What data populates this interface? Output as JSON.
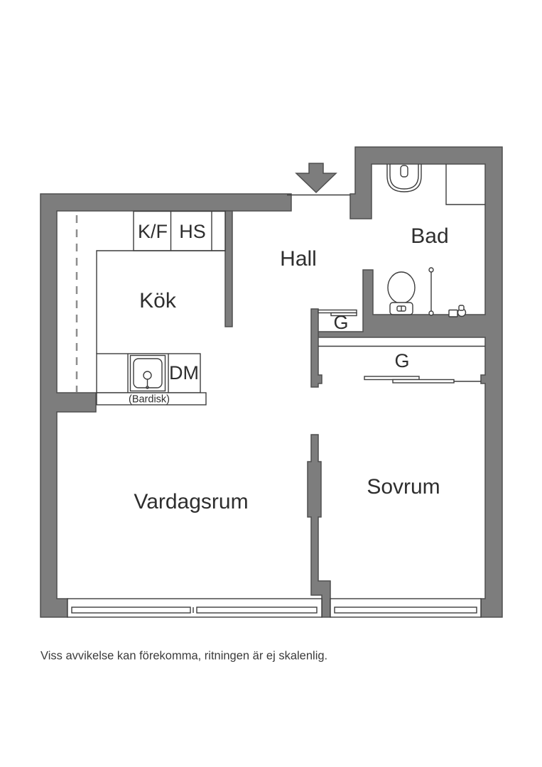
{
  "plan": {
    "rooms": {
      "kitchen": "Kök",
      "hall": "Hall",
      "bath": "Bad",
      "living": "Vardagsrum",
      "bedroom": "Sovrum"
    },
    "fixtures": {
      "fridge_freezer": "K/F",
      "tall_cabinet": "HS",
      "dishwasher": "DM",
      "bar_counter": "(Bardisk)",
      "hall_closet": "G",
      "bedroom_closet": "G"
    },
    "note": "Viss avvikelse kan förekomma, ritningen är ej skalenlig.",
    "colors": {
      "wall": "#7d7d7d",
      "wall_outline": "#4f4f4f",
      "line": "#3d3d3d",
      "text": "#2e2e2e"
    }
  }
}
